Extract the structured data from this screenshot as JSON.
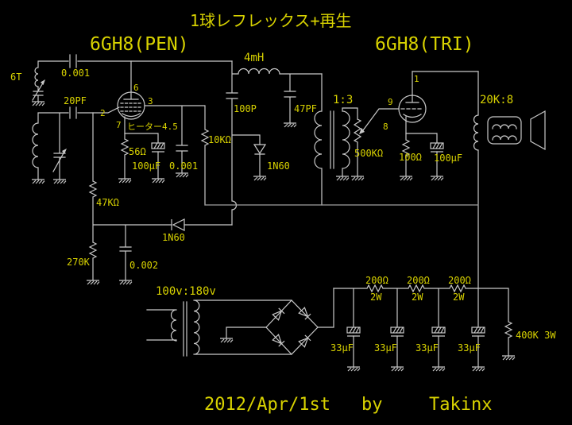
{
  "colors": {
    "background": "#000000",
    "wire": "#c9c9c9",
    "label": "#d8d200"
  },
  "title": "1球レフレックス+再生",
  "credit": {
    "date": "2012/Apr/1st",
    "by": "by",
    "author": "Takinx"
  },
  "stage1": {
    "tube_label": "6GH8(PEN)",
    "pins": {
      "grid": "2",
      "screen": "3",
      "plate": "6",
      "cathode": "7"
    },
    "heater_note": "ヒーター4.5",
    "antenna_coil_turns": "6T",
    "regen_cap": "0.001",
    "coupling_cap": "20PF",
    "cathode_resistor": "56Ω",
    "cathode_cap": "100μF",
    "screen_bypass_cap": "0.001",
    "screen_resistor": "10KΩ",
    "grid_resistor": "47KΩ",
    "grid_leak_resistor": "270K",
    "grid_leak_cap": "0.002",
    "detector_diode": "1N60",
    "shunt_detector_diode": "1N60",
    "rf_choke": "4mH",
    "rf_takeoff_cap": "100P",
    "rf_bypass_cap": "47PF"
  },
  "stage2": {
    "tube_label": "6GH8(TRI)",
    "pins": {
      "plate": "1",
      "grid": "9",
      "cathode": "8"
    },
    "interstage_transformer_ratio": "1:3",
    "volume_pot": "500KΩ",
    "cathode_resistor": "100Ω",
    "cathode_cap": "100μF",
    "output_transformer_ratio": "20K:8"
  },
  "power_supply": {
    "transformer_ratio": "100v:180v",
    "dropping_resistors": [
      {
        "value": "200Ω",
        "rating": "2W"
      },
      {
        "value": "200Ω",
        "rating": "2W"
      },
      {
        "value": "200Ω",
        "rating": "2W"
      }
    ],
    "filter_caps": [
      "33μF",
      "33μF",
      "33μF",
      "33μF"
    ],
    "bleeder_resistor": "400K 3W"
  }
}
